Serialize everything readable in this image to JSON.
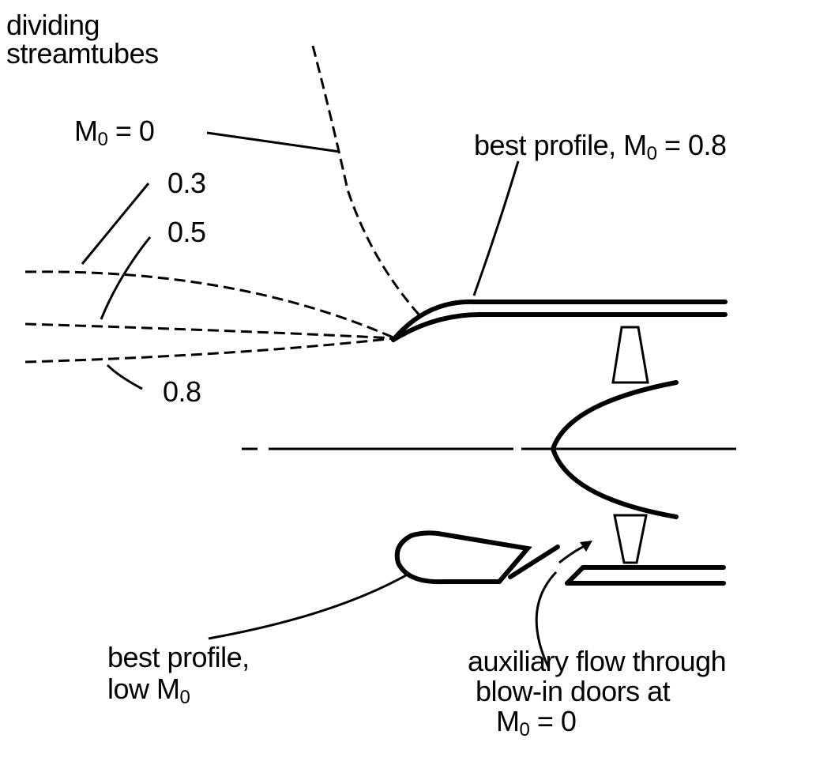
{
  "labels": {
    "dividing_line1": "dividing",
    "dividing_line2": "streamtubes",
    "m0_prefix": "M",
    "m0_sub": "0",
    "m0_value": "= 0",
    "mach_03": "0.3",
    "mach_05": "0.5",
    "mach_08": "0.8",
    "best_high_prefix": "best profile, M",
    "best_high_sub": "0",
    "best_high_value": "= 0.8",
    "best_low_line1": "best profile,",
    "best_low_line2_prefix": "low M",
    "best_low_sub": "0",
    "aux_line1": "auxiliary flow through",
    "aux_line2": "blow-in doors at",
    "aux_line3_prefix": "M",
    "aux_line3_sub": "0",
    "aux_line3_value": "= 0"
  }
}
